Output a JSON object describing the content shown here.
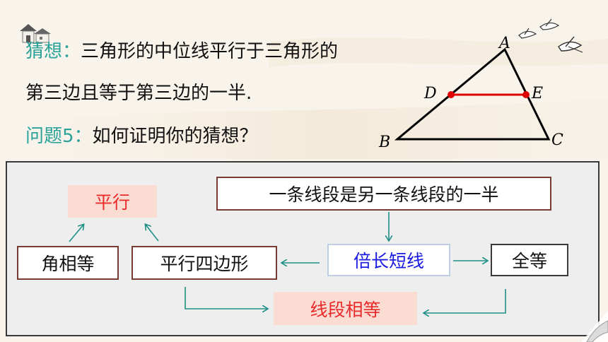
{
  "conjecture": {
    "label": "猜想：",
    "line1_text": "三角形的中位线平行于三角形的",
    "line2_text": "第三边且等于第三边的一半."
  },
  "question": {
    "label": "问题5：",
    "text": "如何证明你的猜想？"
  },
  "triangle": {
    "vertex_a": "A",
    "vertex_b": "B",
    "vertex_c": "C",
    "vertex_d": "D",
    "vertex_e": "E",
    "midline_color": "#e00000",
    "point_color": "#e00000"
  },
  "flowchart": {
    "parallel": "平行",
    "half_statement": "一条线段是另一条线段的一半",
    "corresponding_angles": "角相等",
    "parallelogram": "平行四边形",
    "double_segment": "倍长短线",
    "congruent": "全等",
    "equal_segments": "线段相等",
    "arrow_color": "#1e8f86"
  },
  "colors": {
    "teal_text": "#2ba39a",
    "red_text": "#e82a2a",
    "blue_text": "#1a1ae0",
    "pink_fill": "#fbdcd3",
    "box_border": "#7a3b34"
  },
  "decorations": {
    "top_left": "house-icon",
    "top_right": "cranes-icon",
    "bottom_right": "page-curl-icon"
  }
}
